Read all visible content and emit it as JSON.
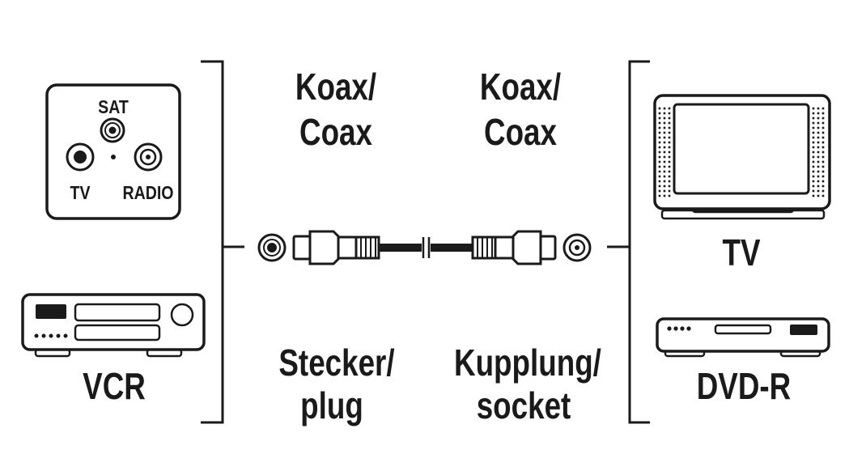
{
  "labels": {
    "koax_left_line1": "Koax/",
    "koax_left_line2": "Coax",
    "koax_right_line1": "Koax/",
    "koax_right_line2": "Coax",
    "stecker_line1": "Stecker/",
    "stecker_line2": "plug",
    "kupplung_line1": "Kupplung/",
    "kupplung_line2": "socket",
    "vcr": "VCR",
    "tv": "TV",
    "dvdr": "DVD-R",
    "socket_sat": "SAT",
    "socket_tv": "TV",
    "socket_radio": "RADIO"
  },
  "icons": [
    "antenna-wall-socket-icon",
    "vcr-icon",
    "tv-icon",
    "dvd-recorder-icon",
    "coax-plug-icon",
    "coax-socket-icon",
    "coax-cable-icon"
  ],
  "colors": {
    "ink": "#1a1a1a",
    "background": "#ffffff"
  }
}
